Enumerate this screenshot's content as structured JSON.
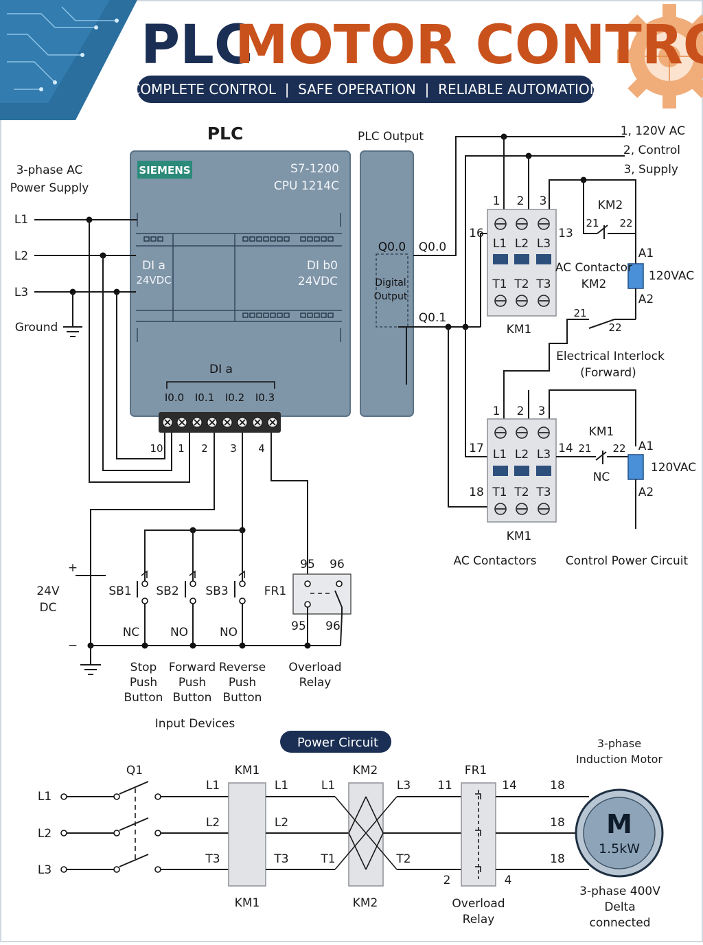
{
  "header": {
    "title_part1": "PLC",
    "title_part2": "MOTOR CONTROL",
    "subtitle": "COMPLETE CONTROL  |  SAFE OPERATION  |  RELIABLE AUTOMATION",
    "colors": {
      "navy": "#1b2f55",
      "orange": "#c9521c",
      "circuit_blue": "#2a6f9e",
      "gear": "#f0ad7a"
    }
  },
  "plc": {
    "heading": "PLC",
    "brand": "SIEMENS",
    "model": "S7-1200",
    "cpu": "CPU 1214C",
    "left_module": "DI a",
    "left_voltage": "24VDC",
    "right_module": "DI b0",
    "right_voltage": "24VDC",
    "di_label": "DI a",
    "inputs": [
      "I0.0",
      "I0.1",
      "I0.2",
      "I0.3"
    ],
    "terminal_numbers": [
      "10",
      "1",
      "2",
      "3",
      "4"
    ]
  },
  "plc_output": {
    "heading": "PLC Output",
    "q00": "Q0.0",
    "q00_out": "Q0.0",
    "q01": "Q0.1",
    "digital_line1": "Digital",
    "digital_line2": "Output"
  },
  "supply": {
    "line1": "3-phase AC",
    "line2": "Power Supply",
    "phases": [
      "L1",
      "L2",
      "L3"
    ],
    "ground": "Ground",
    "control_supply": [
      "1, 120V AC",
      "2, Control",
      "3, Supply"
    ]
  },
  "km1_top": {
    "top_numbers": [
      "1",
      "2",
      "3"
    ],
    "left_num": "16",
    "right_num": "13",
    "l_labels": [
      "L1",
      "L2",
      "L3"
    ],
    "t_labels": [
      "T1",
      "T2",
      "T3"
    ],
    "name": "KM1"
  },
  "km2_aux": {
    "name": "KM2",
    "pin_a": "21",
    "pin_b": "22"
  },
  "coil_km2": {
    "a1": "A1",
    "a2": "A2",
    "voltage": "120VAC",
    "label1": "AC Contactor",
    "label2": "KM2"
  },
  "interlock": {
    "pin_a": "21",
    "pin_b": "22",
    "label1": "Electrical Interlock",
    "label2": "(Forward)"
  },
  "km_bottom": {
    "top_numbers": [
      "1",
      "2",
      "3"
    ],
    "left_num1": "17",
    "left_num2": "18",
    "right_num": "14",
    "l_labels": [
      "L1",
      "L2",
      "L3"
    ],
    "t_labels": [
      "T1",
      "T2",
      "T3"
    ],
    "name": "KM1"
  },
  "km1_aux": {
    "name": "KM1",
    "pin_a": "21",
    "pin_b": "22",
    "type": "NC"
  },
  "coil_km1": {
    "a1": "A1",
    "a2": "A2",
    "voltage": "120VAC"
  },
  "section_labels": {
    "ac_contactors": "AC Contactors",
    "control_power": "Control Power Circuit"
  },
  "dc": {
    "plus": "+",
    "minus": "−",
    "v1": "24V",
    "v2": "DC"
  },
  "inputs_devices": {
    "sb1": "SB1",
    "sb2": "SB2",
    "sb3": "SB3",
    "sb1_type": "NC",
    "sb2_type": "NO",
    "sb3_type": "NO",
    "fr1": "FR1",
    "fr_top_a": "95",
    "fr_top_b": "96",
    "fr_bot_a": "95",
    "fr_bot_b": "96",
    "stop": [
      "Stop",
      "Push",
      "Button"
    ],
    "forward": [
      "Forward",
      "Push",
      "Button"
    ],
    "reverse": [
      "Reverse",
      "Push",
      "Button"
    ],
    "overload": [
      "Overload",
      "Relay"
    ],
    "section": "Input Devices"
  },
  "power_circuit": {
    "title": "Power Circuit",
    "phases": [
      "L1",
      "L2",
      "L3"
    ],
    "q1": "Q1",
    "km1_top": "KM1",
    "km1_bottom": "KM1",
    "km1_in": [
      "L1",
      "L2",
      "T3"
    ],
    "km1_out": [
      "L1",
      "L2",
      "T3"
    ],
    "km2_top": "KM2",
    "km2_bottom": "KM2",
    "km2_in": [
      "L1",
      "T1"
    ],
    "km2_out": [
      "L3",
      "T2"
    ],
    "fr1": "FR1",
    "fr_in_top": "11",
    "fr_out_top": "14",
    "fr_in_bottom": "2",
    "fr_out_bottom": "4",
    "overload": [
      "Overload",
      "Relay"
    ],
    "motor_terms": [
      "18",
      "18",
      "18"
    ],
    "motor_letter": "M",
    "motor_power": "1.5kW",
    "motor_title": [
      "3-phase",
      "Induction Motor"
    ],
    "motor_note": [
      "3-phase 400V",
      "Delta",
      "connected"
    ]
  }
}
